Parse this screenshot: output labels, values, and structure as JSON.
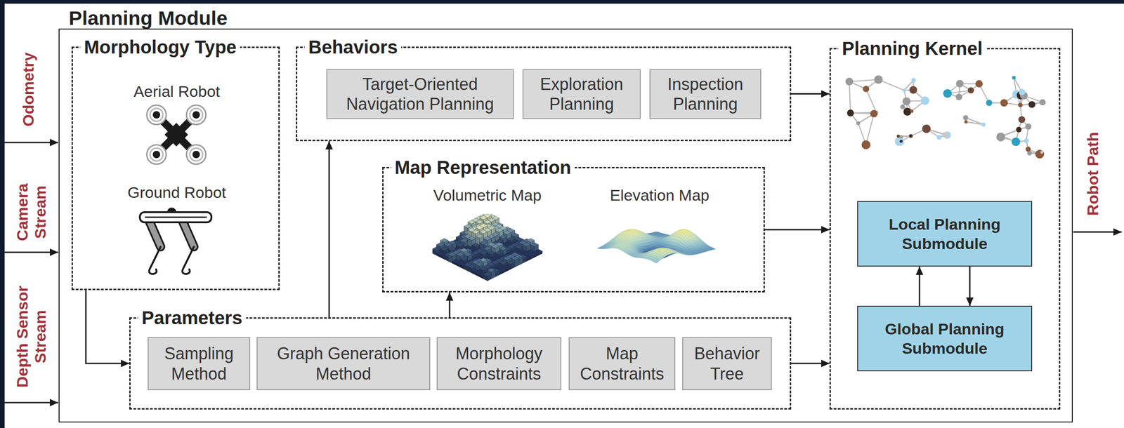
{
  "diagram": {
    "nodes": [
      {
        "text": [
          "Planning Module"
        ]
      },
      {
        "text": [
          "Morphology Type",
          "Aerial Robot",
          "Ground Robot"
        ],
        "in": 0
      },
      {
        "text": [
          "Behaviors"
        ],
        "in": 0
      },
      {
        "text": [
          "Target-Oriented Navigation Planning"
        ],
        "in": 2
      },
      {
        "text": [
          "Exploration Planning"
        ],
        "in": 2
      },
      {
        "text": [
          "Inspection Planning"
        ],
        "in": 2
      },
      {
        "text": [
          "Map Representation",
          "Volumetric Map",
          "Elevation Map"
        ],
        "in": 0
      },
      {
        "text": [
          "Parameters"
        ],
        "in": 0
      },
      {
        "text": [
          "Sampling Method"
        ],
        "in": 7
      },
      {
        "text": [
          "Graph Generation Method"
        ],
        "in": 7
      },
      {
        "text": [
          "Morphology Constraints"
        ],
        "in": 7
      },
      {
        "text": [
          "Map Constraints"
        ],
        "in": 7
      },
      {
        "text": [
          "Behavior Tree"
        ],
        "in": 7
      },
      {
        "text": [
          "Planning Kernel"
        ],
        "in": 0
      },
      {
        "text": [
          "Local Planning Submodule"
        ],
        "in": 13
      },
      {
        "text": [
          "Global Planning Submodule"
        ],
        "in": 13
      }
    ],
    "edges": [
      {
        "from": 1,
        "to": 7,
        "arrow": "to"
      },
      {
        "from": 7,
        "to": 2,
        "arrow": "to"
      },
      {
        "from": 7,
        "to": 6,
        "arrow": "to"
      },
      {
        "from": 2,
        "to": 13,
        "arrow": "to"
      },
      {
        "from": 6,
        "to": 13,
        "arrow": "to"
      },
      {
        "from": 7,
        "to": 13,
        "arrow": "to"
      },
      {
        "from": 15,
        "to": 14,
        "arrow": "to"
      },
      {
        "from": 14,
        "to": 15,
        "arrow": "to"
      }
    ],
    "labels": [
      "Odometry",
      "Camera Stream",
      "Depth Sensor Stream",
      "Robot Path"
    ]
  }
}
